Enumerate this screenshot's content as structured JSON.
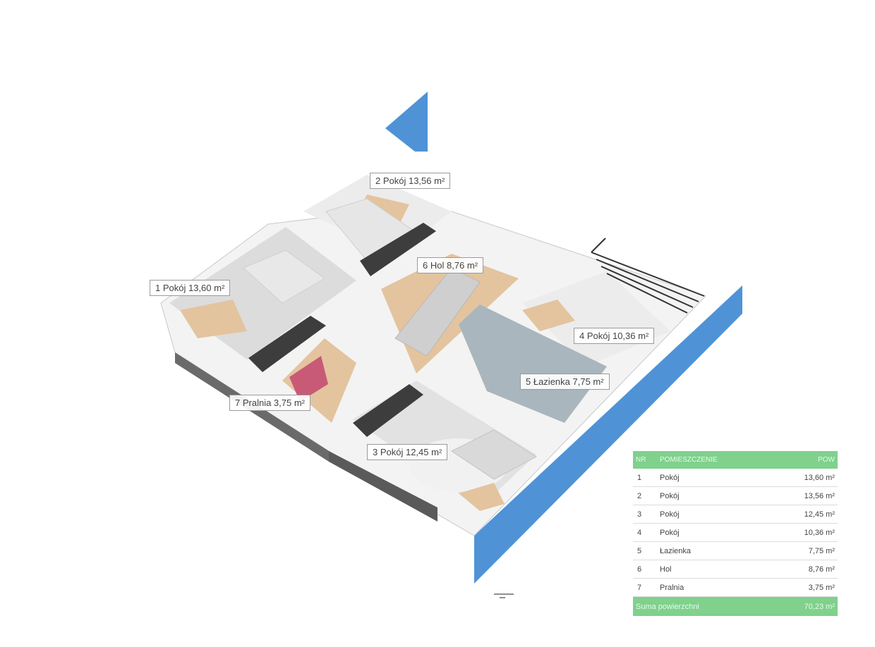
{
  "rooms": [
    {
      "label": "1 Pokój 13,60 m²"
    },
    {
      "label": "2 Pokój 13,56 m²"
    },
    {
      "label": "3 Pokój 12,45 m²"
    },
    {
      "label": "4 Pokój 10,36 m²"
    },
    {
      "label": "5 Łazienka 7,75 m²"
    },
    {
      "label": "6 Hol 8,76 m²"
    },
    {
      "label": "7 Pralnia 3,75 m²"
    }
  ],
  "table": {
    "header": {
      "nr": "NR",
      "name": "POMIESZCZENIE",
      "area": "POW"
    },
    "rows": [
      {
        "nr": "1",
        "name": "Pokój",
        "area": "13,60 m²"
      },
      {
        "nr": "2",
        "name": "Pokój",
        "area": "13,56 m²"
      },
      {
        "nr": "3",
        "name": "Pokój",
        "area": "12,45 m²"
      },
      {
        "nr": "4",
        "name": "Pokój",
        "area": "10,36 m²"
      },
      {
        "nr": "5",
        "name": "Łazienka",
        "area": "7,75 m²"
      },
      {
        "nr": "6",
        "name": "Hol",
        "area": "8,76 m²"
      },
      {
        "nr": "7",
        "name": "Pralnia",
        "area": "3,75 m²"
      }
    ],
    "footer": {
      "label": "Suma powierzchni",
      "area": "70,23 m²"
    }
  },
  "colors": {
    "glass": "#4f93d6",
    "header": "#7fd18c",
    "wall": "#f3f3f3",
    "wood": "#e3c49f",
    "floor": "#d7d7d7"
  }
}
